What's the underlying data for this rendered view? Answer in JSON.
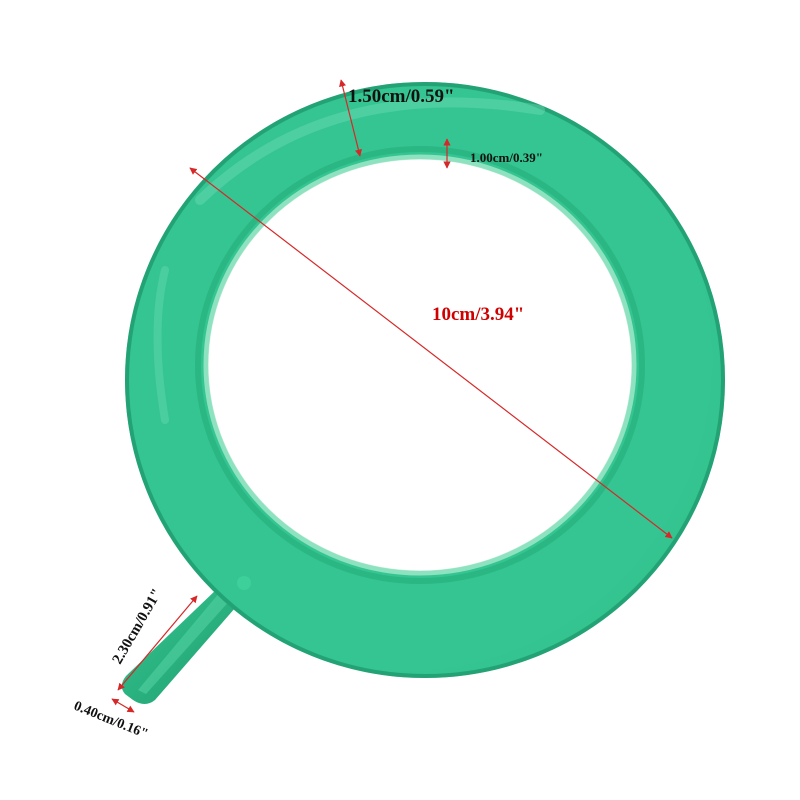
{
  "product": {
    "subject": "green-ring-air-stone-diffuser",
    "colors": {
      "ring": "#2fbf8b",
      "ring_dark": "#1f9a6c",
      "ring_light": "#5cd8a8",
      "arrow": "#d62828",
      "label_dark": "#111111",
      "label_red": "#d10000",
      "background": "#ffffff"
    }
  },
  "dimensions": {
    "outer_diameter": "10cm/3.94\"",
    "ring_width": "1.50cm/0.59\"",
    "ring_thickness": "1.00cm/0.39\"",
    "inlet_length": "2.30cm/0.91\"",
    "inlet_diameter": "0.40cm/0.16\""
  }
}
